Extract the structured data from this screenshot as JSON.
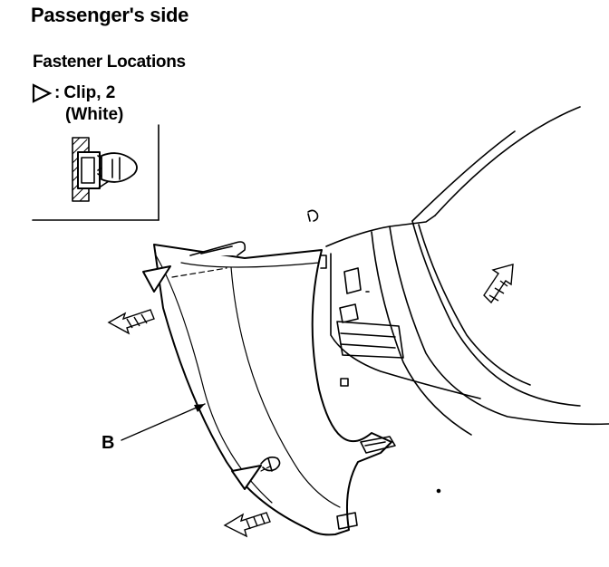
{
  "title": "Passenger's side",
  "subtitle": "Fastener Locations",
  "legend": {
    "symbol": "triangle-pointer-icon",
    "separator": ":",
    "label": "Clip, 2",
    "detail": "(White)"
  },
  "callouts": {
    "b": "B"
  },
  "colors": {
    "ink": "#000000",
    "paper": "#ffffff"
  }
}
